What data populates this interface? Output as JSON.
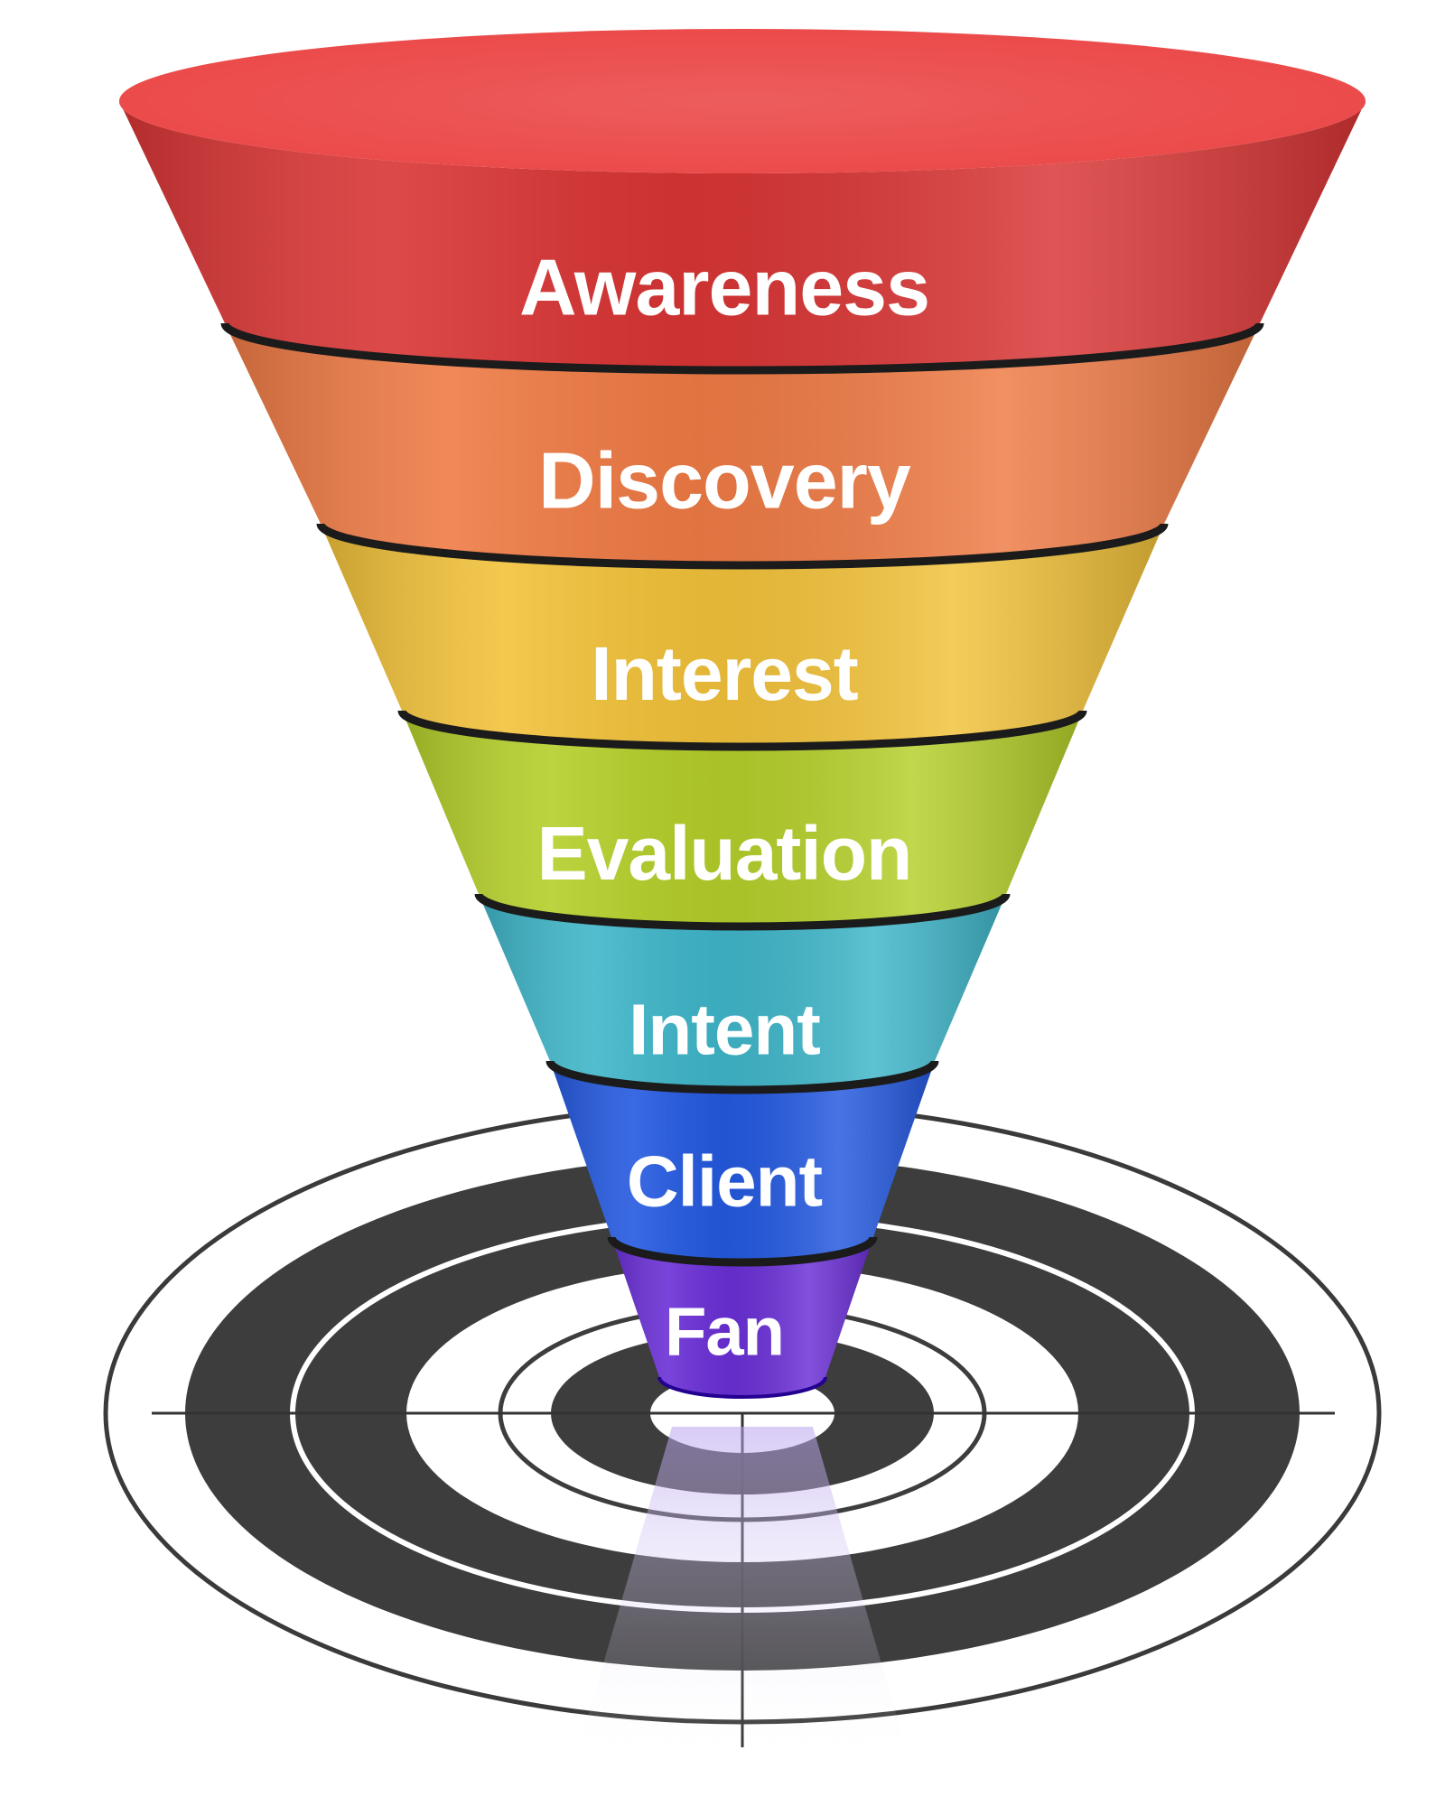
{
  "funnel": {
    "stages": [
      {
        "label": "Awareness",
        "color": "#d93535"
      },
      {
        "label": "Discovery",
        "color": "#ef7b45"
      },
      {
        "label": "Interest",
        "color": "#f2c23a"
      },
      {
        "label": "Evaluation",
        "color": "#b5cf2a"
      },
      {
        "label": "Intent",
        "color": "#3fb6c9"
      },
      {
        "label": "Client",
        "color": "#2459e0"
      },
      {
        "label": "Fan",
        "color": "#6a2fd6"
      }
    ]
  },
  "target": {
    "ring_dark": "#3d3d3d",
    "ring_light": "#ffffff",
    "crosshair": "#333333"
  }
}
